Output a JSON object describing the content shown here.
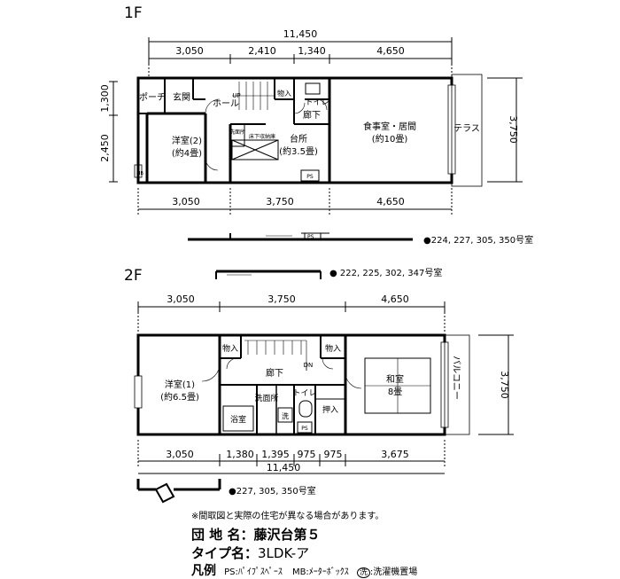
{
  "floors": {
    "f1": {
      "label": "1F",
      "top_total": "11,450",
      "top_dims": [
        "3,050",
        "2,410",
        "1,340",
        "4,650"
      ],
      "bottom_dims": [
        "3,050",
        "3,750",
        "4,650"
      ],
      "left_dims": [
        "1,300",
        "2,450"
      ],
      "right_dim": "3,750",
      "rooms": {
        "porch": "ポーチ",
        "entrance": "玄関",
        "hall": "ホール",
        "up": "UP",
        "storage": "物入",
        "toilet": "トイレ",
        "corridor": "廊下",
        "washroom_small": "洗面所",
        "underfloor": "床下収納庫",
        "western2": "洋室(2)",
        "western2_size": "(約4畳)",
        "kitchen": "台所",
        "kitchen_size": "(約3.5畳)",
        "ldk": "食事室・居間",
        "ldk_size": "(約10畳)",
        "terrace": "テラス",
        "ps": "PS",
        "mb": "MB"
      }
    },
    "f2": {
      "label": "2F",
      "top_dims": [
        "3,050",
        "3,750",
        "4,650"
      ],
      "bottom_dims": [
        "3,050",
        "1,380",
        "1,395",
        "975",
        "975",
        "3,675"
      ],
      "bottom_total": "11,450",
      "right_dim": "3,750",
      "rooms": {
        "western1": "洋室(1)",
        "western1_size": "(約6.5畳)",
        "storage_a": "物入",
        "storage_b": "物入",
        "corridor": "廊下",
        "dn": "DN",
        "washroom": "洗面所",
        "toilet": "トイレ",
        "bath": "浴室",
        "washer": "洗",
        "ps": "PS",
        "closet": "押入",
        "japanese": "和室",
        "japanese_size": "8畳",
        "balcony": "バルコニー"
      }
    }
  },
  "variants": {
    "v1": "●224, 227, 305, 350号室",
    "v2": "● 222, 225, 302, 347号室",
    "v3": "●227, 305, 350号室"
  },
  "info": {
    "note": "※間取図と実際の住宅が異なる場合があります。",
    "complex_label": "団 地 名：",
    "complex_value": "藤沢台第５",
    "type_label": "タイプ名：",
    "type_value": "3LDK-ア",
    "legend_label": "凡例",
    "legend_ps": "PS:ﾊﾟｲﾌﾟｽﾍﾟｰｽ",
    "legend_mb": "MB:ﾒｰﾀｰﾎﾞｯｸｽ",
    "legend_wash_icon": "洗",
    "legend_wash": ":洗濯機置場"
  }
}
